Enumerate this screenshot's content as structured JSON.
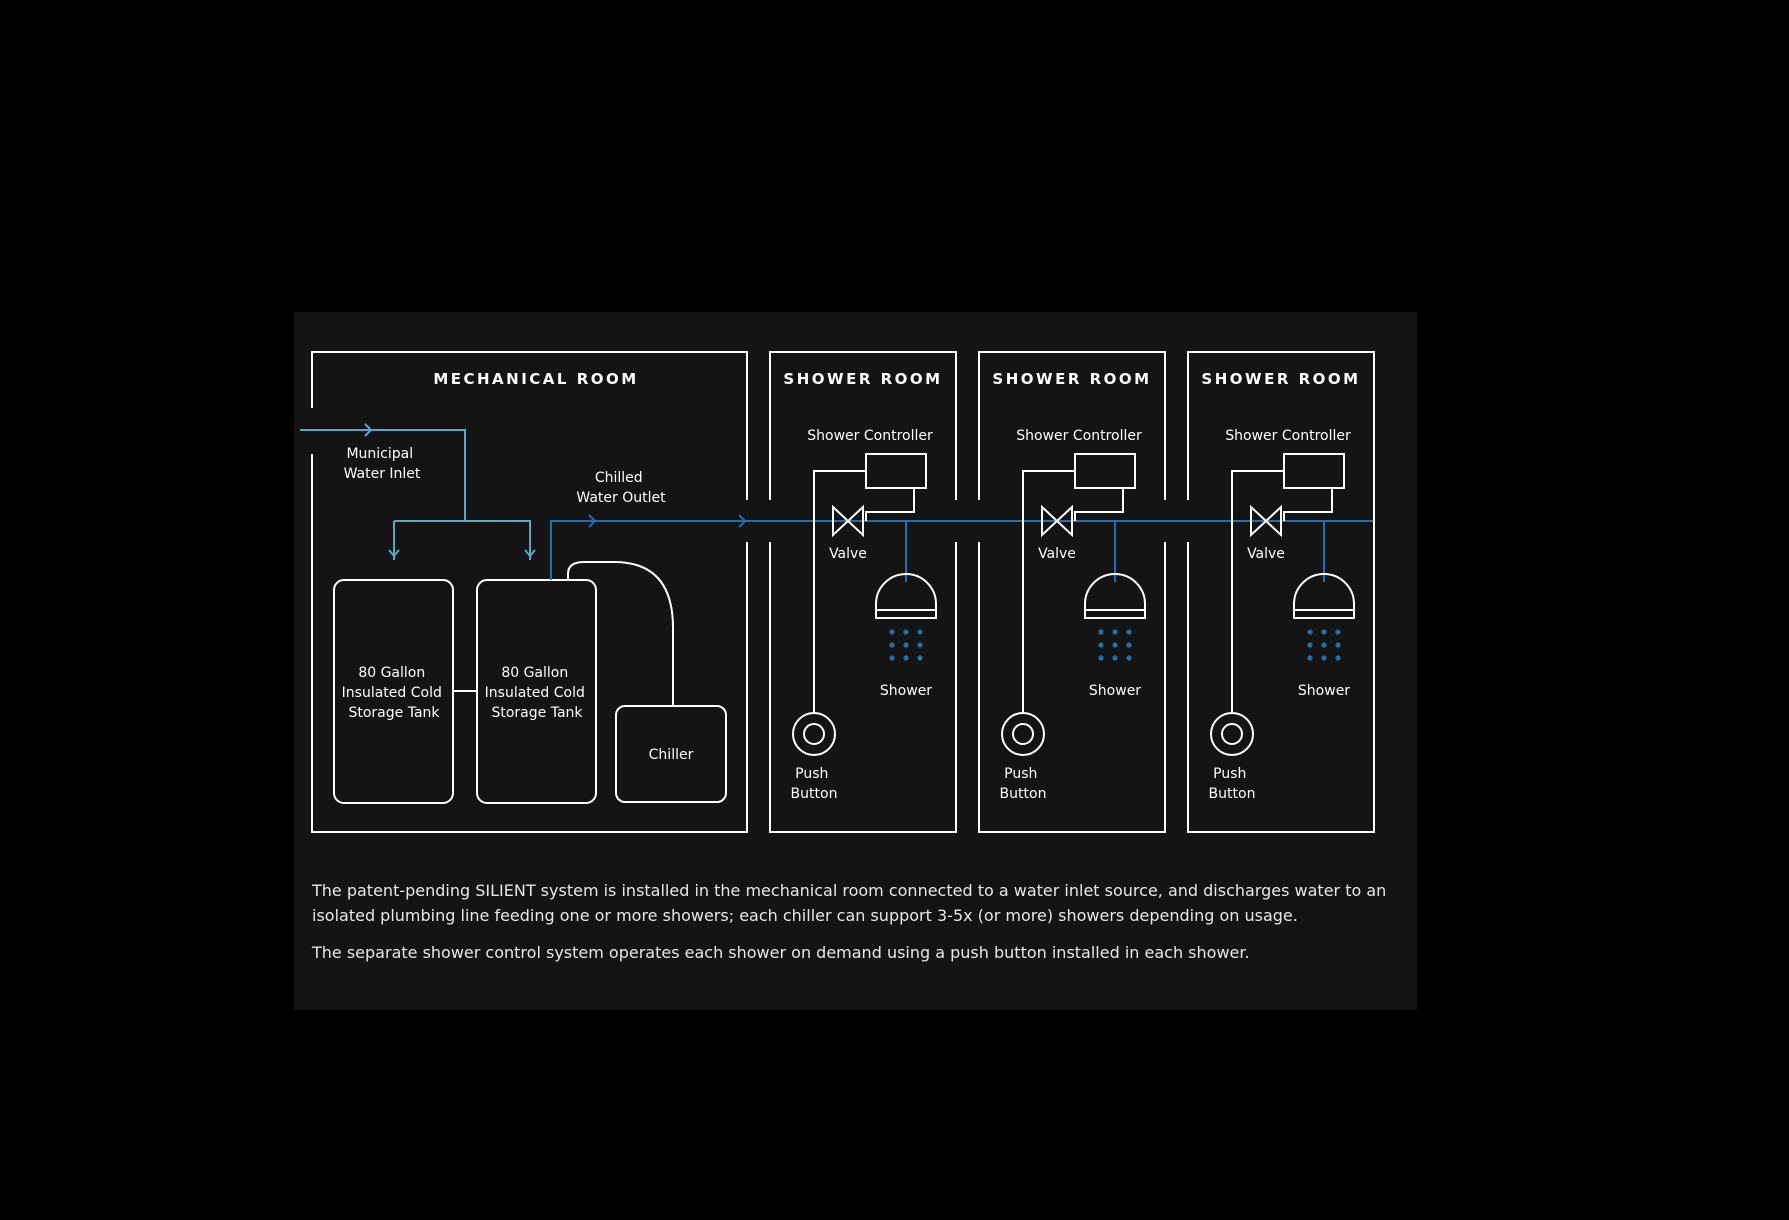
{
  "colors": {
    "page_background": "#000000",
    "panel_background": "#141414",
    "line": "#ffffff",
    "inlet_pipe": "#5aa8c8",
    "outlet_pipe": "#1f6fb5",
    "water_drops": "#1f6fb5"
  },
  "mechanical_room": {
    "title": "MECHANICAL ROOM",
    "inlet_label": [
      "Municipal",
      "Water Inlet"
    ],
    "outlet_label": [
      "Chilled",
      "Water Outlet"
    ],
    "tank_label": [
      "80 Gallon",
      "Insulated Cold",
      "Storage Tank"
    ],
    "tank_count": 2,
    "chiller_label": "Chiller"
  },
  "shower_rooms": [
    {
      "title": "SHOWER ROOM",
      "controller_label": "Shower Controller",
      "valve_label": "Valve",
      "shower_label": "Shower",
      "button_label": [
        "Push",
        "Button"
      ]
    },
    {
      "title": "SHOWER ROOM",
      "controller_label": "Shower Controller",
      "valve_label": "Valve",
      "shower_label": "Shower",
      "button_label": [
        "Push",
        "Button"
      ]
    },
    {
      "title": "SHOWER ROOM",
      "controller_label": "Shower Controller",
      "valve_label": "Valve",
      "shower_label": "Shower",
      "button_label": [
        "Push",
        "Button"
      ]
    }
  ],
  "caption": {
    "paragraph_1": "The patent-pending SILIENT system is installed in the mechanical room connected to a water inlet source, and discharges water to an isolated plumbing line feeding one or more showers; each chiller can support 3-5x (or more) showers depending on usage.",
    "paragraph_2": "The separate shower control system operates each shower on demand using a push button installed in each shower."
  }
}
